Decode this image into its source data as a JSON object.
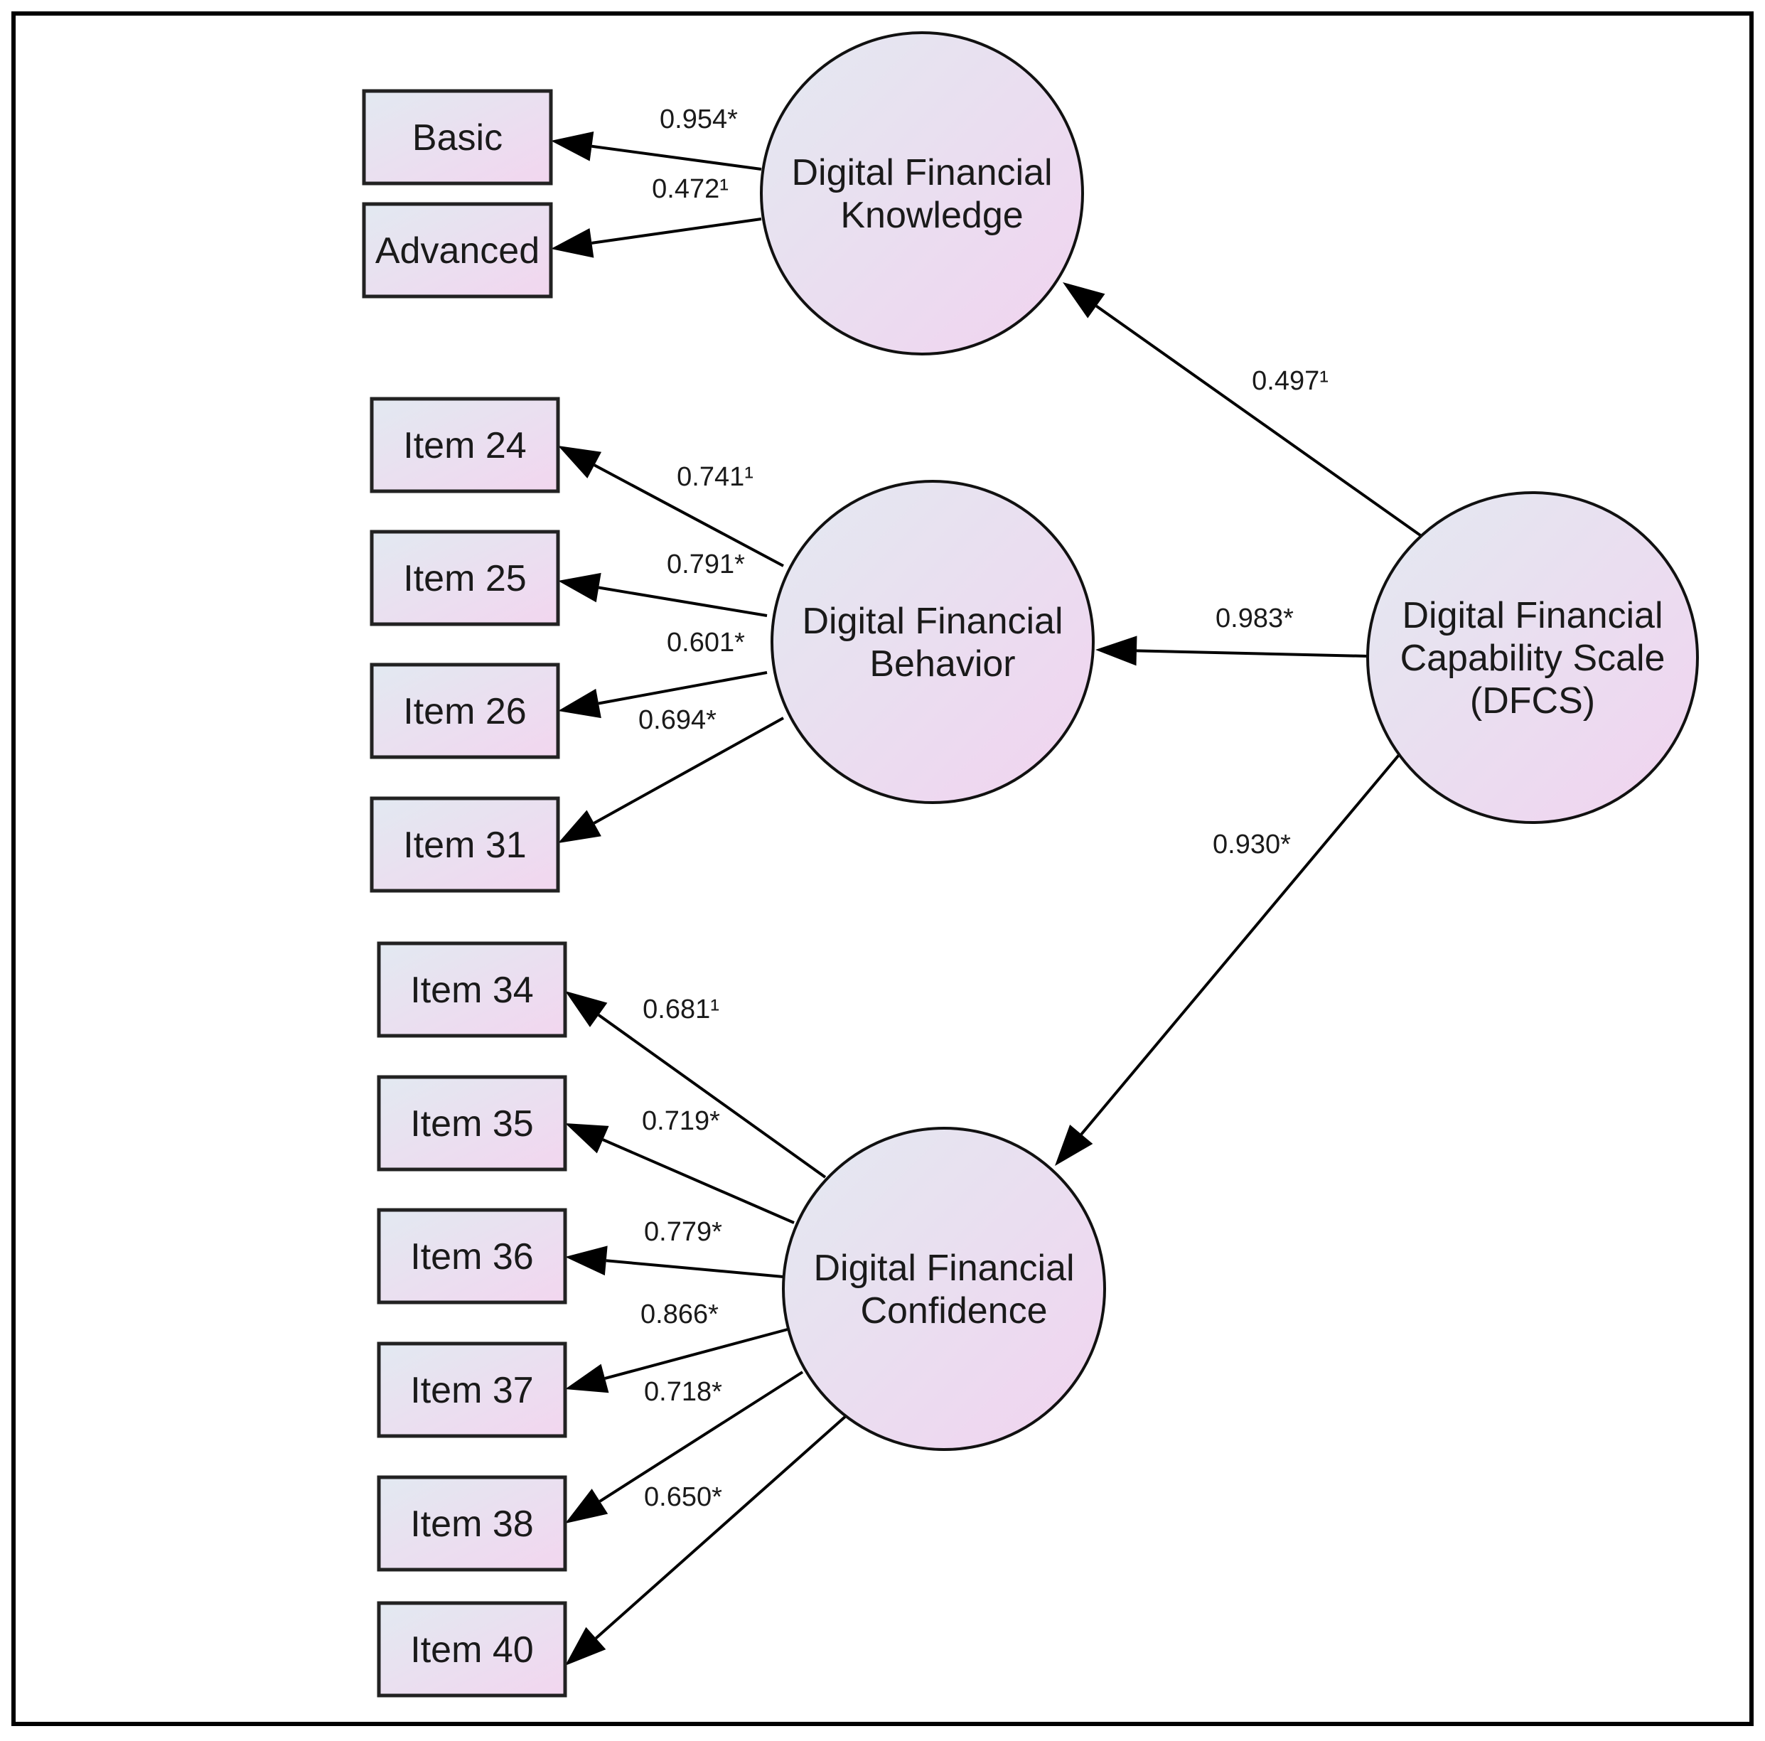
{
  "diagram": {
    "latent": [
      {
        "id": "dfk",
        "lines": [
          "Digital Financial",
          "Knowledge"
        ]
      },
      {
        "id": "dfb",
        "lines": [
          "Digital Financial",
          "Behavior"
        ]
      },
      {
        "id": "dfc",
        "lines": [
          "Digital Financial",
          "Confidence"
        ]
      },
      {
        "id": "dfcs",
        "lines": [
          "Digital Financial",
          "Capability Scale",
          "(DFCS)"
        ]
      }
    ],
    "observed": [
      {
        "id": "basic",
        "label": "Basic"
      },
      {
        "id": "advanced",
        "label": "Advanced"
      },
      {
        "id": "i24",
        "label": "Item 24"
      },
      {
        "id": "i25",
        "label": "Item 25"
      },
      {
        "id": "i26",
        "label": "Item 26"
      },
      {
        "id": "i31",
        "label": "Item 31"
      },
      {
        "id": "i34",
        "label": "Item 34"
      },
      {
        "id": "i35",
        "label": "Item 35"
      },
      {
        "id": "i36",
        "label": "Item 36"
      },
      {
        "id": "i37",
        "label": "Item 37"
      },
      {
        "id": "i38",
        "label": "Item 38"
      },
      {
        "id": "i40",
        "label": "Item 40"
      }
    ],
    "paths": [
      {
        "from": "dfcs",
        "to": "dfk",
        "label": "0.497¹"
      },
      {
        "from": "dfcs",
        "to": "dfb",
        "label": "0.983*"
      },
      {
        "from": "dfcs",
        "to": "dfc",
        "label": "0.930*"
      },
      {
        "from": "dfk",
        "to": "basic",
        "label": "0.954*"
      },
      {
        "from": "dfk",
        "to": "advanced",
        "label": "0.472¹"
      },
      {
        "from": "dfb",
        "to": "i24",
        "label": "0.741¹"
      },
      {
        "from": "dfb",
        "to": "i25",
        "label": "0.791*"
      },
      {
        "from": "dfb",
        "to": "i26",
        "label": "0.601*"
      },
      {
        "from": "dfb",
        "to": "i31",
        "label": "0.694*"
      },
      {
        "from": "dfc",
        "to": "i34",
        "label": "0.681¹"
      },
      {
        "from": "dfc",
        "to": "i35",
        "label": "0.719*"
      },
      {
        "from": "dfc",
        "to": "i36",
        "label": "0.779*"
      },
      {
        "from": "dfc",
        "to": "i37",
        "label": "0.866*"
      },
      {
        "from": "dfc",
        "to": "i38",
        "label": "0.718*"
      },
      {
        "from": "dfc",
        "to": "i40",
        "label": "0.650*"
      }
    ]
  }
}
